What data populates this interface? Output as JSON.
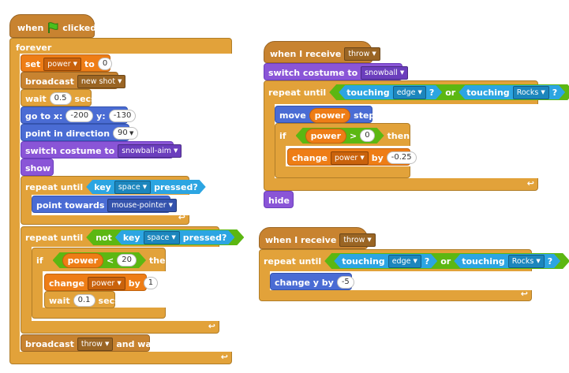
{
  "script1": {
    "hat_when": "when",
    "hat_clicked": "clicked",
    "forever": "forever",
    "set": "set",
    "set_var": "power",
    "set_to": "to",
    "set_value": "0",
    "broadcast": "broadcast",
    "broadcast_msg": "new shot",
    "wait": "wait",
    "wait_value": "0.5",
    "wait_secs": "secs",
    "goto": "go to x:",
    "goto_x": "-200",
    "goto_y_label": "y:",
    "goto_y": "-130",
    "point_dir": "point in direction",
    "point_dir_value": "90",
    "switch_costume": "switch costume to",
    "costume": "snowball-aim",
    "show": "show",
    "repeat_until": "repeat until",
    "key": "key",
    "key_name": "space",
    "pressed": "pressed?",
    "point_towards": "point towards",
    "point_towards_target": "mouse-pointer",
    "repeat_until2": "repeat until",
    "not": "not",
    "key2": "key",
    "key_name2": "space",
    "pressed2": "pressed?",
    "if": "if",
    "power": "power",
    "lt": "<",
    "lt_value": "20",
    "then": "then",
    "change": "change",
    "change_var": "power",
    "change_by": "by",
    "change_value": "1",
    "wait2": "wait",
    "wait2_value": "0.1",
    "wait2_secs": "secs",
    "broadcast_wait": "broadcast",
    "broadcast_wait_msg": "throw",
    "and_wait": "and wait"
  },
  "script2": {
    "when_receive": "when I receive",
    "msg": "throw",
    "switch_costume": "switch costume to",
    "costume": "snowball",
    "repeat_until": "repeat until",
    "touching": "touching",
    "edge": "edge",
    "q": "?",
    "or": "or",
    "touching2": "touching",
    "rocks": "Rocks",
    "q2": "?",
    "move": "move",
    "power": "power",
    "steps": "steps",
    "if": "if",
    "power2": "power",
    "gt": ">",
    "gt_value": "0",
    "then": "then",
    "change": "change",
    "change_var": "power",
    "change_by": "by",
    "change_value": "-0.25",
    "hide": "hide"
  },
  "script3": {
    "when_receive": "when I receive",
    "msg": "throw",
    "repeat_until": "repeat until",
    "touching": "touching",
    "edge": "edge",
    "q": "?",
    "or": "or",
    "touching2": "touching",
    "rocks": "Rocks",
    "q2": "?",
    "change_y": "change y by",
    "change_y_value": "-5"
  },
  "icons": {
    "flag": "green-flag-icon",
    "loop": "loop-arrow-icon",
    "dropdown": "dropdown-arrow-icon"
  }
}
